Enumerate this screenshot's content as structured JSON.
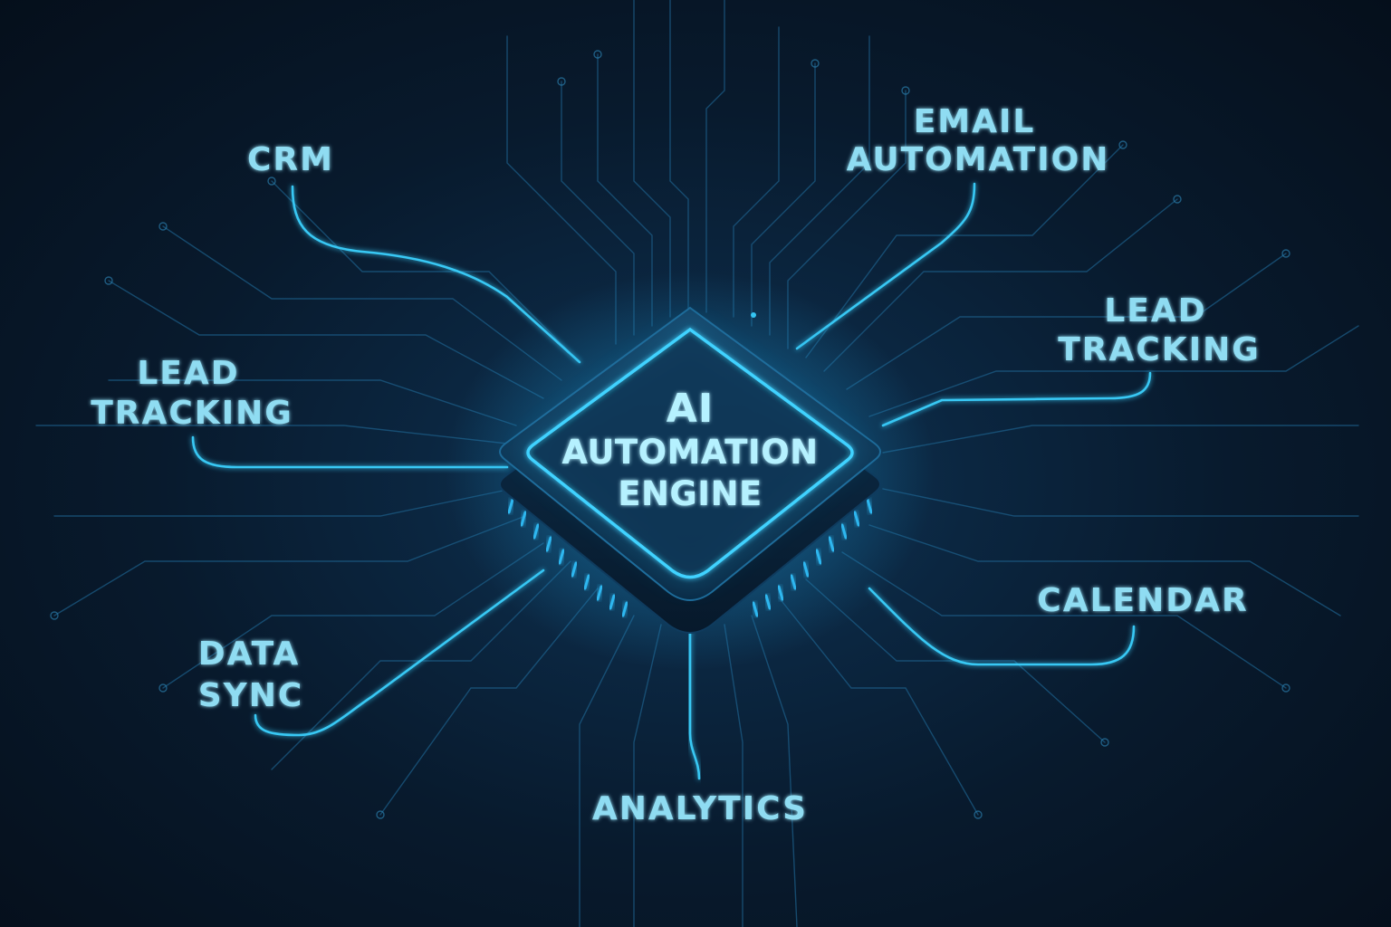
{
  "core": {
    "title": "AI",
    "line1": "AUTOMATION",
    "line2": "ENGINE"
  },
  "nodes": {
    "crm": "CRM",
    "email_line1": "EMAIL",
    "email_line2": "AUTOMATION",
    "lead_left_line1": "LEAD",
    "lead_left_line2": "TRACKING",
    "lead_right_line1": "LEAD",
    "lead_right_line2": "TRACKING",
    "calendar": "CALENDAR",
    "data_sync_line1": "DATA",
    "data_sync_line2": "SYNC",
    "analytics": "ANALYTICS"
  },
  "colors": {
    "background": "#071523",
    "accent": "#37c8f4",
    "label": "#8fdcf2"
  },
  "icons": {
    "core": "processor-chip-icon"
  }
}
